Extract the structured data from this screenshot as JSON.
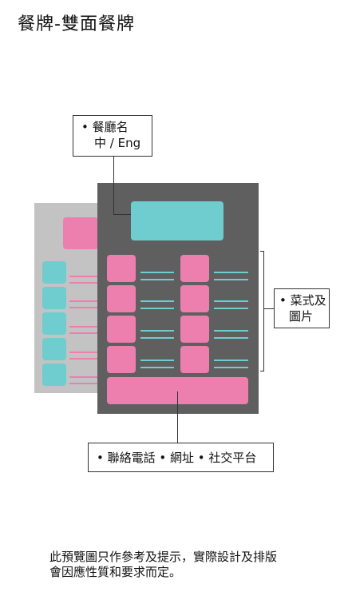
{
  "title": "餐牌-雙面餐牌",
  "callouts": {
    "name": {
      "line1": "• 餐廳名",
      "line2": "中 / Eng"
    },
    "dishes": {
      "line1": "• 菜式及",
      "line2": "圖片"
    },
    "contact": {
      "text": "• 聯絡電話 • 網址 • 社交平台"
    }
  },
  "footnote": {
    "line1": "此預覽圖只作參考及提示，實際設計及排版",
    "line2": "會因應性質和要求而定。"
  },
  "colors": {
    "pink": "#ec7fae",
    "teal": "#6fcdcf",
    "front_card": "#5f5f5f",
    "back_card": "#c3c3c3"
  }
}
